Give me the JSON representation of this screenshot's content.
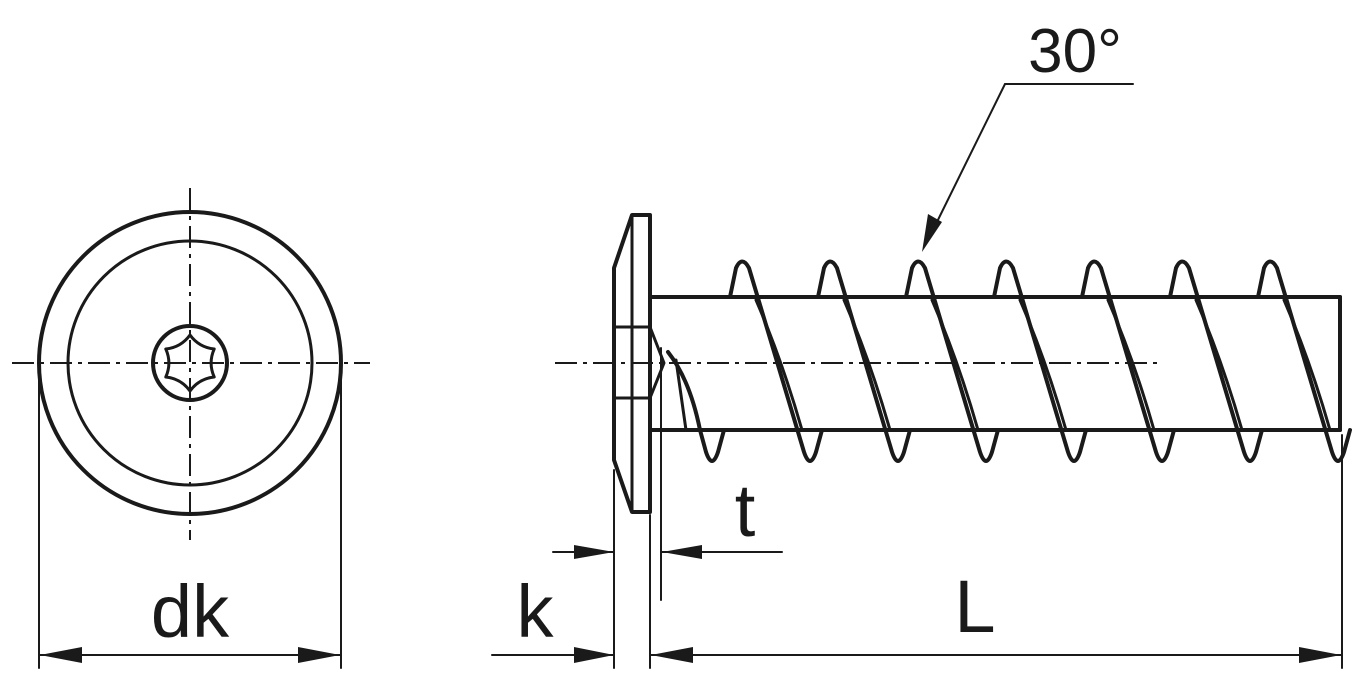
{
  "labels": {
    "dk": "dk",
    "k": "k",
    "t": "t",
    "L": "L",
    "angle": "30°"
  },
  "colors": {
    "ink": "#1a1a1a",
    "background": "#ffffff"
  },
  "views": {
    "front": "front-view-head-with-torx-recess",
    "side": "side-view-self-tapping-screw"
  }
}
